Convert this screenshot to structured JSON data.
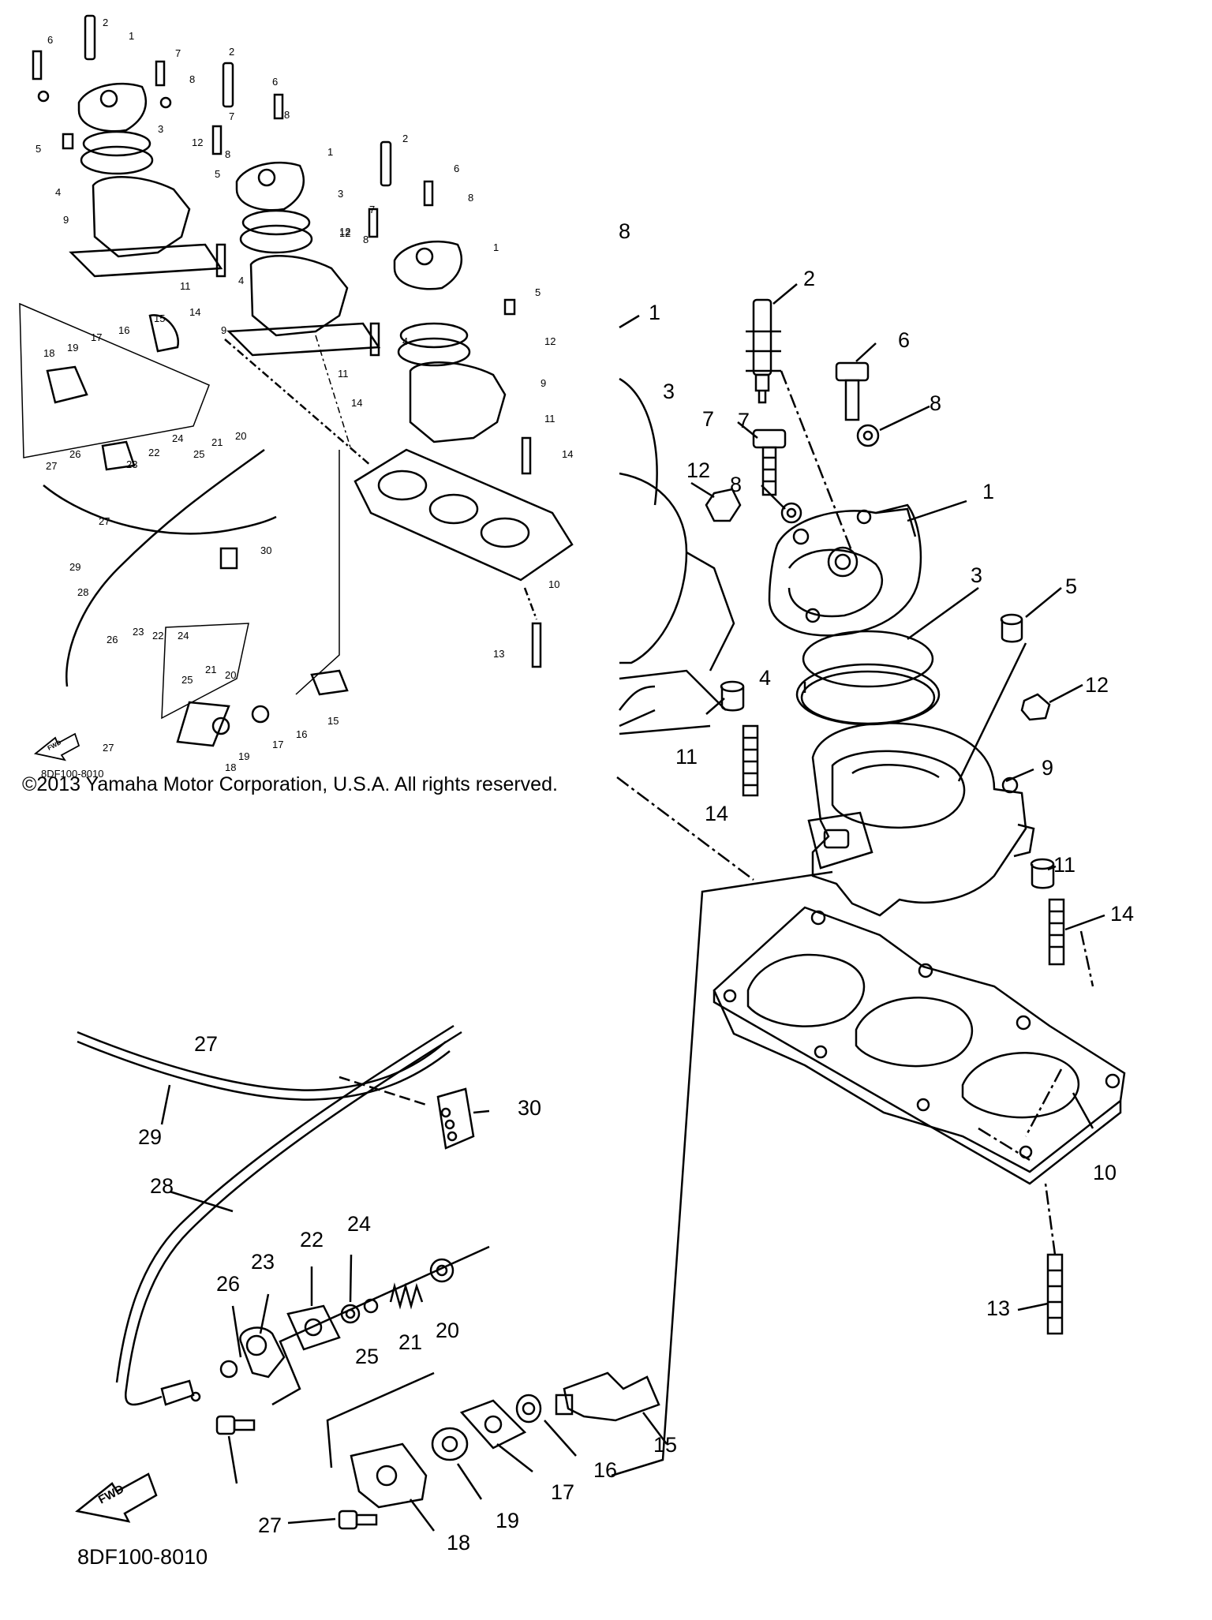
{
  "copyright": "©2013 Yamaha Motor Corporation, U.S.A. All rights reserved.",
  "diagram_code": "8DF100-8010",
  "reference_label": "8",
  "fwd_label": "FWD",
  "colors": {
    "line": "#000000",
    "background": "#ffffff"
  },
  "callouts": {
    "large": [
      "1",
      "2",
      "3",
      "4",
      "5",
      "6",
      "7",
      "8",
      "9",
      "10",
      "11",
      "12",
      "13",
      "14",
      "15",
      "16",
      "17",
      "18",
      "19",
      "20",
      "21",
      "22",
      "23",
      "24",
      "25",
      "26",
      "27",
      "28",
      "29",
      "30"
    ],
    "small": [
      "1",
      "2",
      "3",
      "4",
      "5",
      "6",
      "7",
      "8",
      "9",
      "10",
      "11",
      "12",
      "13",
      "14",
      "15",
      "16",
      "17",
      "18",
      "19",
      "20",
      "21",
      "22",
      "23",
      "24",
      "25",
      "26",
      "27",
      "28",
      "29",
      "30"
    ]
  }
}
